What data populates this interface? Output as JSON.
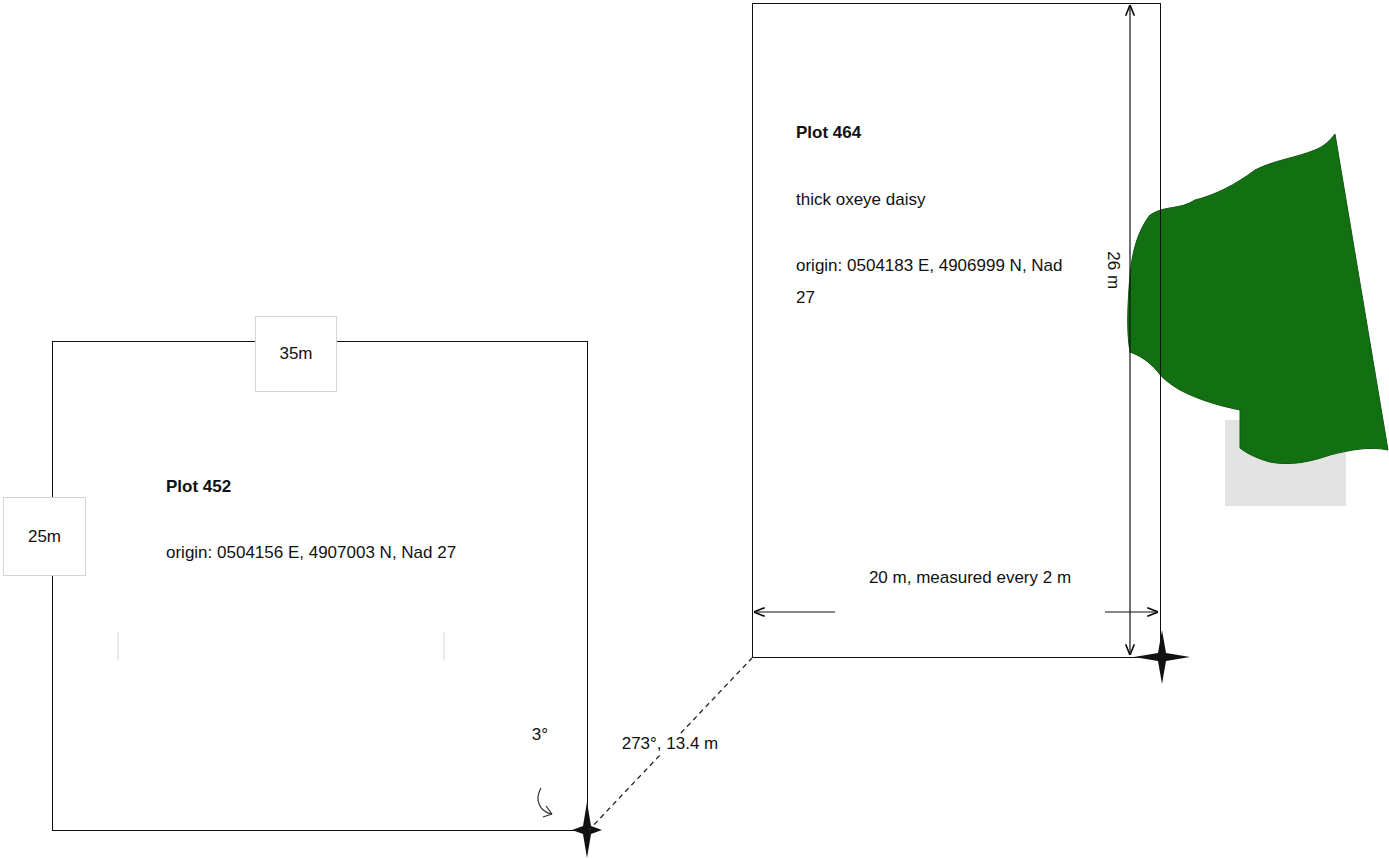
{
  "diagram": {
    "nodes": [
      {
        "text": [
          "Plot 452",
          "origin: 0504156 E, 4907003 N, Nad 27"
        ]
      },
      {
        "text": [
          "35m"
        ]
      },
      {
        "text": [
          "25m"
        ]
      },
      {
        "text": [
          "Plot 464",
          "thick oxeye daisy",
          "origin: 0504183 E, 4906999 N, Nad 27"
        ]
      }
    ],
    "edges": [
      {
        "from": 0,
        "to": 3,
        "arrow": "none",
        "label": "273°, 13.4 m"
      }
    ],
    "labels": [
      "3°",
      "20 m, measured every 2 m",
      "26 m"
    ]
  }
}
